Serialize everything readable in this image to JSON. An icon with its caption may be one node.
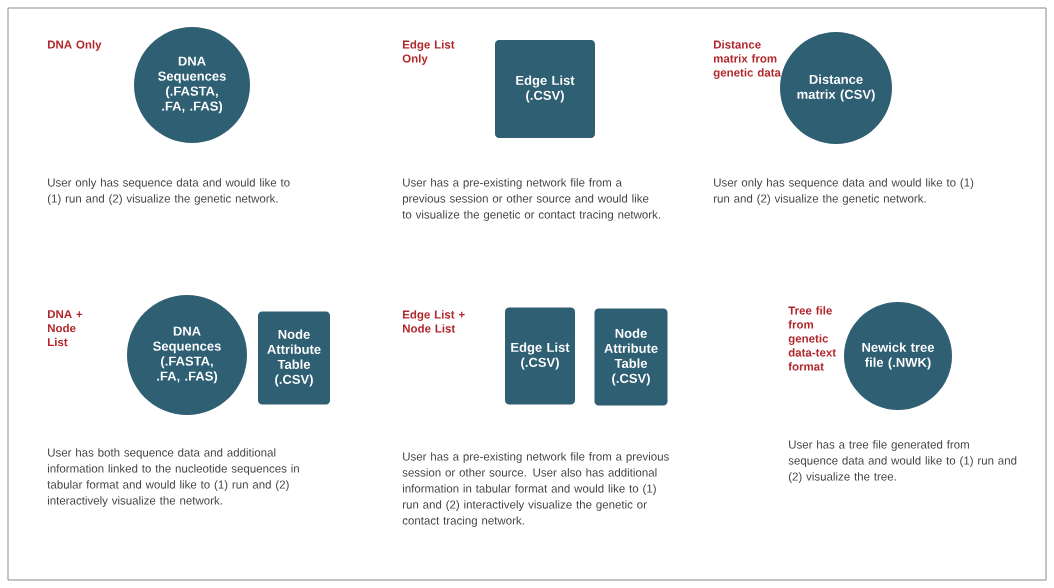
{
  "diagram": {
    "nodes": [
      {
        "text": [
          "DNA Sequences (.FASTA, .FA, .FAS)"
        ]
      },
      {
        "text": [
          "Edge List (.CSV)"
        ]
      },
      {
        "text": [
          "Distance matrix (CSV)"
        ]
      },
      {
        "text": [
          "DNA Sequences (.FASTA, .FA, .FAS)"
        ]
      },
      {
        "text": [
          "Node Attribute Table (.CSV)"
        ]
      },
      {
        "text": [
          "Edge List (.CSV)"
        ]
      },
      {
        "text": [
          "Node Attribute Table (.CSV)"
        ]
      },
      {
        "text": [
          "Newick tree file (.NWK)"
        ]
      }
    ],
    "labels": [
      "DNA Only",
      "User only has sequence data and would like to (1) run and (2) visualize the genetic network.",
      "Edge List Only",
      "User has a pre-existing network file from a previous session or other source and would like to visualize the genetic or contact tracing network.",
      "Distance matrix from genetic data",
      "User only has sequence data and would like to (1) run and (2) visualize the genetic network.",
      "DNA + Node List",
      "User has both sequence data and additional information linked to the nucleotide sequences in tabular format and would like to (1) run and (2) interactively visualize the network.",
      "Edge List + Node List",
      "User has a pre-existing network file from a previous session or other source. User also has additional information in tabular format and would like to (1) run and (2) interactively visualize the genetic or contact tracing network.",
      "Tree file from genetic data-text format",
      "User has a tree file generated from sequence data and would like to (1) run and (2) visualize the tree."
    ]
  }
}
